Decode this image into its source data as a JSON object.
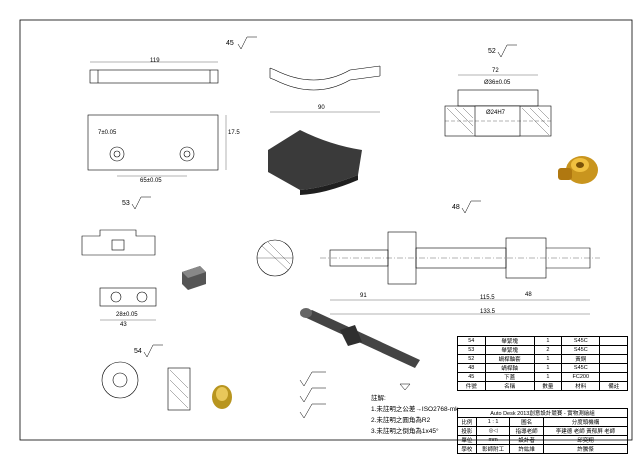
{
  "roughness": {
    "s45": "45",
    "s52": "52",
    "s53": "53",
    "s48": "48",
    "s54": "54"
  },
  "dims": {
    "d1": "119",
    "d2": "17.5",
    "d3": "65±0.05",
    "d4": "7±0.05",
    "d5": "90",
    "d6": "72",
    "d7": "Ø36±0.05",
    "d8": "Ø24H7",
    "d9": "28±0.05",
    "d10": "43",
    "d11": "115.5",
    "d12": "133.5",
    "d13": "48",
    "d14": "91"
  },
  "notes": {
    "title": "註解:",
    "n1": "1.未註明之公差→ISO2768-mk",
    "n2": "2.未註明之圓角為R2",
    "n3": "3.未註明之倒角為1x45°"
  },
  "bom": {
    "rows": [
      [
        "54",
        "舉緊塊",
        "1",
        "S45C",
        ""
      ],
      [
        "53",
        "舉緊塊",
        "2",
        "S45C",
        ""
      ],
      [
        "52",
        "蝸桿軸套",
        "1",
        "黃銅",
        ""
      ],
      [
        "48",
        "蝸桿軸",
        "1",
        "S45C",
        ""
      ],
      [
        "45",
        "下蓋",
        "1",
        "FC200",
        ""
      ]
    ],
    "header": [
      "件號",
      "名稱",
      "數量",
      "材料",
      "備註"
    ]
  },
  "title_block": {
    "company": "Auto Desk 2013創意設計競賽 - 實物測繪組",
    "scale_label": "比例",
    "scale_value": "1 : 1",
    "proj_label": "投影",
    "unit_label": "單位",
    "unit_value": "mm",
    "school_label": "學校",
    "school_value": "彰師附工",
    "drawing_label": "圖名",
    "drawing_value": "分度頭機構",
    "teacher_label": "指導老師",
    "teacher_value": "李建德 老師 黃郁屏 老師",
    "designer_label": "設計者",
    "designer_value": "邱奕翔",
    "drafter_value": "許紘維",
    "checker_value": "許騰傑"
  }
}
